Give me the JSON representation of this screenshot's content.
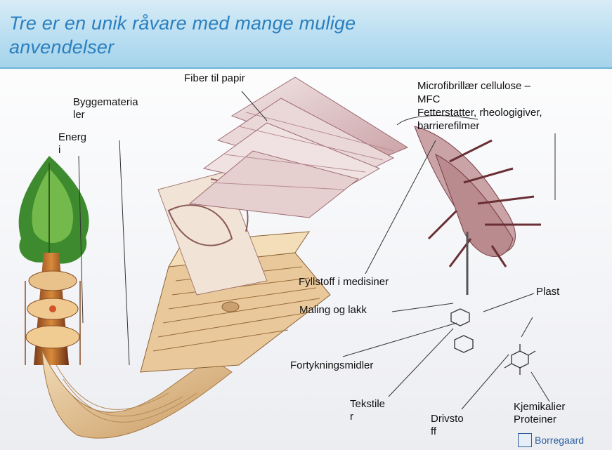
{
  "slide": {
    "title": "Tre er en unik råvare med mange mulige\nanvendelser"
  },
  "labels": {
    "fiber": "Fiber til papir",
    "bygg": "Byggemateria\nler",
    "energi": "Energ\ni",
    "mfc": "Microfibrillær cellulose –\nMFC\nFetterstatter, rheologigiver,\nbarrierefilmer",
    "fyllstoff": "Fyllstoff i medisiner",
    "maling": "Maling og lakk",
    "plast": "Plast",
    "fortykning": "Fortykningsmidler",
    "tekstil": "Tekstile\nr",
    "drivstoff": "Drivsto\nff",
    "kjemikalier": "Kjemikalier\nProteiner"
  },
  "logo": {
    "text": "Borregaard"
  },
  "colors": {
    "title": "#2a7fbf",
    "band": "#b9def1",
    "logo": "#2a5c9e"
  }
}
